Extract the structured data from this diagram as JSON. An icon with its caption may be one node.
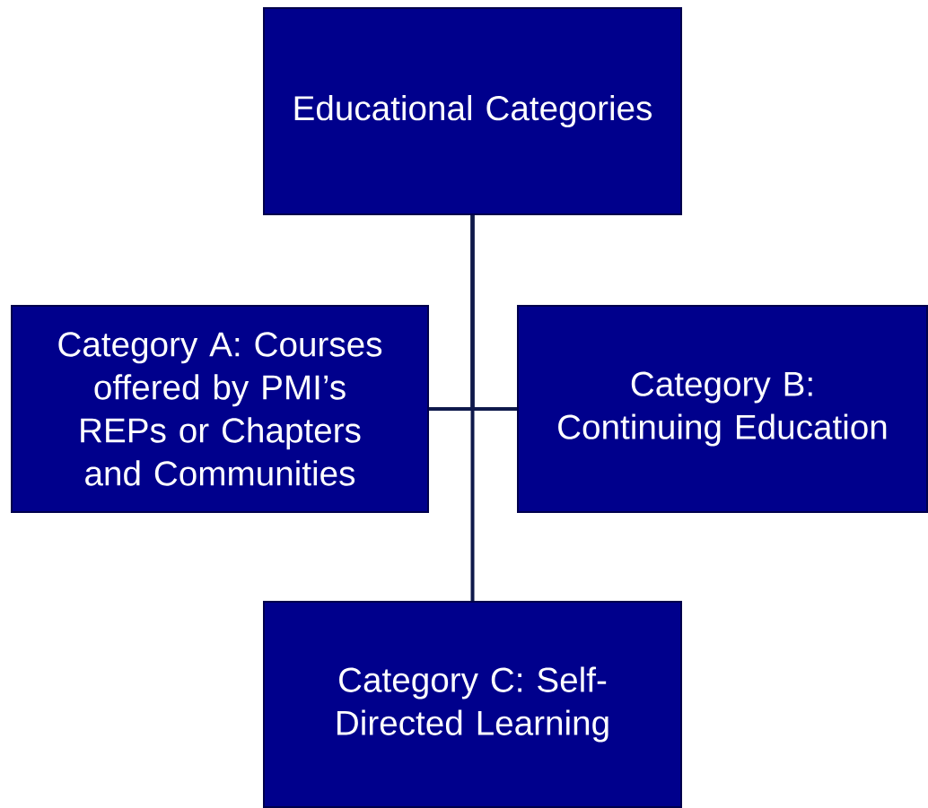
{
  "diagram": {
    "nodes": [
      {
        "text": [
          "Educational Categories"
        ]
      },
      {
        "text": [
          "Category A: Courses offered by PMI’s REPs or Chapters and Communities"
        ]
      },
      {
        "text": [
          "Category B: Continuing Education"
        ]
      },
      {
        "text": [
          "Category C: Self-Directed Learning"
        ]
      }
    ],
    "edges": [
      {
        "from": 0,
        "to": 1,
        "arrow": "none"
      },
      {
        "from": 0,
        "to": 2,
        "arrow": "none"
      },
      {
        "from": 0,
        "to": 3,
        "arrow": "none"
      }
    ]
  }
}
